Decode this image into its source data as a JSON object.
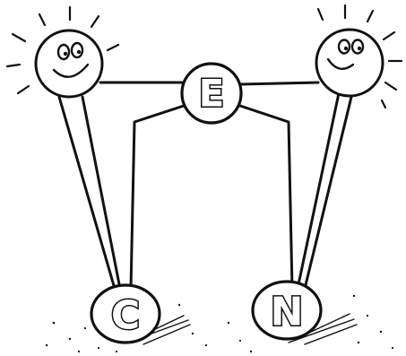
{
  "nodes": {
    "top": {
      "label": "E"
    },
    "bottom_left": {
      "label": "C"
    },
    "bottom_right": {
      "label": "N"
    }
  },
  "faces": [
    {
      "name": "left-sun-face",
      "expression": "smiling"
    },
    {
      "name": "right-sun-face",
      "expression": "smiling"
    }
  ],
  "colors": {
    "ink": "#111111",
    "background": "#ffffff"
  }
}
